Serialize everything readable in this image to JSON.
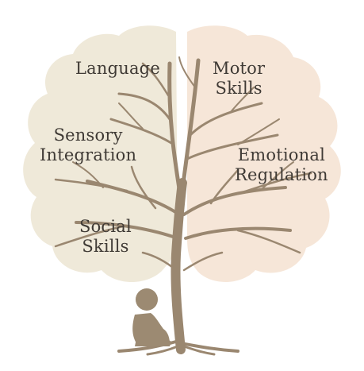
{
  "labels": {
    "language": [
      "Language"
    ],
    "motor_skills": [
      "Motor",
      "Skills"
    ],
    "sensory_integration": [
      "Sensory",
      "Integration"
    ],
    "emotional_regulation": [
      "Emotional",
      "Regulation"
    ],
    "social_skills": [
      "Social",
      "Skills"
    ]
  },
  "colors": {
    "background": "#ffffff",
    "left_hemisphere": "#efe9d9",
    "right_hemisphere": "#f6e6d8",
    "tree": "#9a8770",
    "child": "#9c8a72",
    "text": "#3f3a35"
  },
  "icons": {
    "brain": "brain-shape-icon",
    "tree": "tree-icon",
    "child": "sitting-child-icon"
  }
}
